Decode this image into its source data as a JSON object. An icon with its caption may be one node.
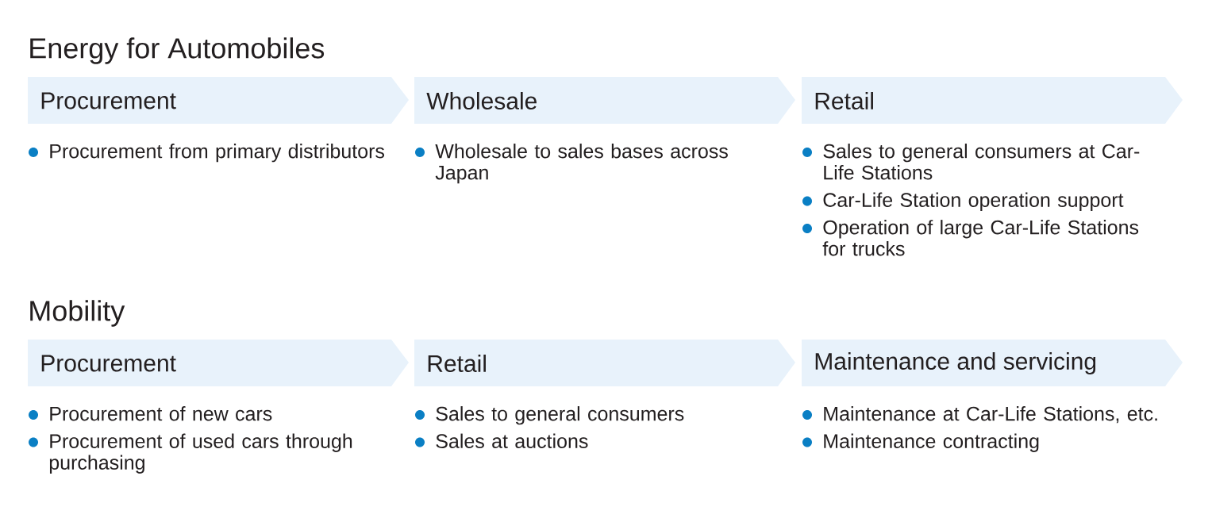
{
  "diagram": {
    "nodes": [
      {
        "text": [
          "Procurement"
        ],
        "beside": [
          "Procurement from primary distributors"
        ]
      },
      {
        "text": [
          "Wholesale"
        ],
        "beside": [
          "Wholesale to sales bases across Japan"
        ]
      },
      {
        "text": [
          "Retail"
        ],
        "beside": [
          "Sales to general consumers at Car-Life Stations",
          "Car-Life Station operation support",
          "Operation of large Car-Life Stations for trucks"
        ]
      },
      {
        "text": [
          "Procurement"
        ],
        "beside": [
          "Procurement of new cars",
          "Procurement of used cars through purchasing"
        ]
      },
      {
        "text": [
          "Retail"
        ],
        "beside": [
          "Sales to general consumers",
          "Sales at auctions"
        ]
      },
      {
        "text": [
          "Maintenance and servicing"
        ],
        "beside": [
          "Maintenance at Car-Life Stations, etc.",
          "Maintenance contracting"
        ]
      }
    ],
    "labels": [
      "Energy for Automobiles",
      "Mobility"
    ]
  }
}
